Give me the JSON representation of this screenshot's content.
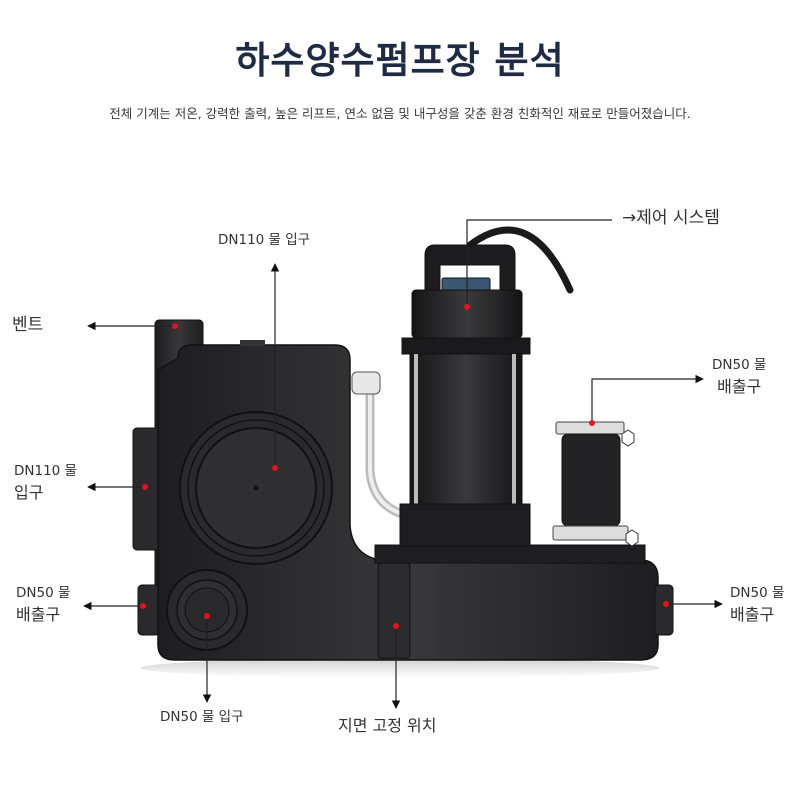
{
  "header": {
    "title": "하수양수펌프장 분석",
    "subtitle": "전체 기계는 저온, 강력한 출력, 높은 리프트, 연소 없음 및 내구성을 갖춘 환경 친화적인 재료로 만들어졌습니다."
  },
  "callouts": {
    "dn110_inlet_top": {
      "line1": "DN110 물 입구"
    },
    "control_system": {
      "line1": "→제어 시스템"
    },
    "vent": {
      "line1": "벤트"
    },
    "dn50_outlet_top_right": {
      "line1": "DN50 물",
      "line2": "배출구"
    },
    "dn110_inlet_left": {
      "line1": "DN110 물",
      "line2": "입구"
    },
    "dn50_outlet_left": {
      "line1": "DN50 물",
      "line2": "배출구"
    },
    "dn50_outlet_right": {
      "line1": "DN50 물",
      "line2": "배출구"
    },
    "dn50_inlet_bottom": {
      "line1": "DN50 물 입구"
    },
    "ground_fixing": {
      "line1": "지면 고정 위치"
    }
  },
  "colors": {
    "title": "#1f2a44",
    "marker": "#e0141e",
    "body": "#2e2e30",
    "line": "#222222"
  }
}
